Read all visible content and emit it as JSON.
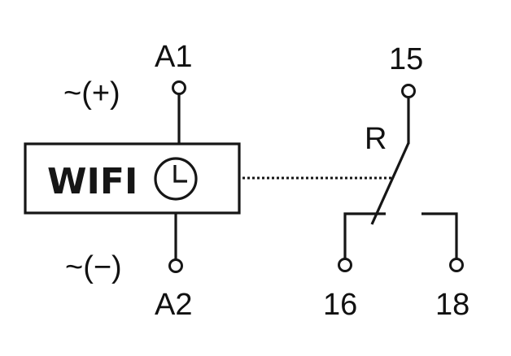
{
  "diagram": {
    "module": {
      "label": "WIFI",
      "icon": "clock-icon"
    },
    "coil_terminals": [
      {
        "id": "A1",
        "polarity": "~(+)"
      },
      {
        "id": "A2",
        "polarity": "~(−)"
      }
    ],
    "relay": {
      "label": "R",
      "common": "15",
      "normally_closed": "16",
      "normally_open": "18"
    }
  }
}
